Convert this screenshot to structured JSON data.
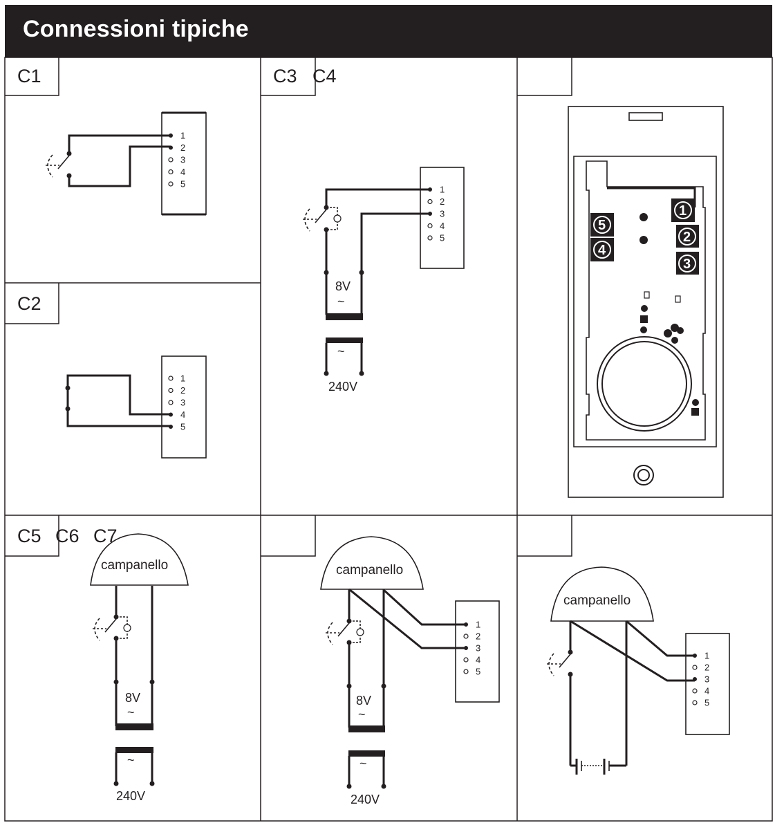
{
  "header": {
    "title": "Connessioni tipiche"
  },
  "panels": {
    "c1": {
      "label": "C1"
    },
    "c2": {
      "label": "C2"
    },
    "c3c4": {
      "label_a": "C3",
      "label_b": "C4",
      "voltage_low": "8V",
      "voltage_high": "240V",
      "tilde": "~"
    },
    "c5c6c7": {
      "label_a": "C5",
      "label_b": "C6",
      "label_c": "C7",
      "bell": "campanello",
      "voltage_low": "8V",
      "voltage_high": "240V",
      "tilde": "~"
    },
    "mid_bottom": {
      "bell": "campanello",
      "voltage_low": "8V",
      "voltage_high": "240V",
      "tilde": "~"
    },
    "right_bottom": {
      "bell": "campanello"
    }
  },
  "terminal_numbers": [
    "1",
    "2",
    "3",
    "4",
    "5"
  ],
  "device_badges": [
    "1",
    "2",
    "3",
    "4",
    "5"
  ],
  "colors": {
    "ink": "#231f20",
    "background": "#ffffff",
    "header_text": "#ffffff"
  }
}
